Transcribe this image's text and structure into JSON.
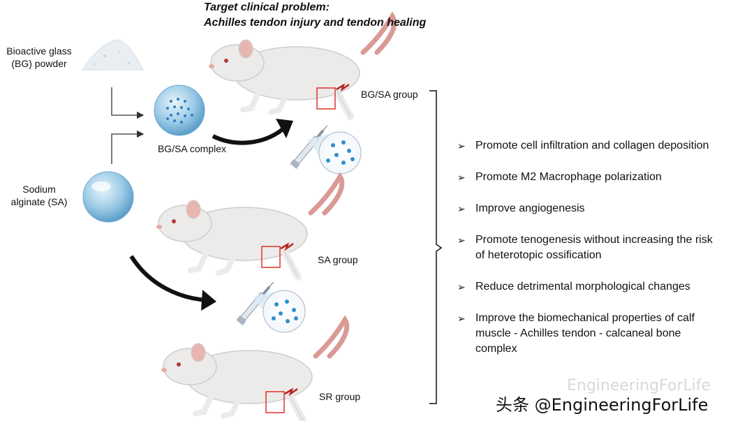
{
  "title": {
    "line1": "Target clinical problem:",
    "line2": "Achilles tendon injury and tendon healing"
  },
  "materials": {
    "bg_label_1": "Bioactive glass",
    "bg_label_2": "(BG) powder",
    "sa_label_1": "Sodium",
    "sa_label_2": "alginate (SA)",
    "complex_label": "BG/SA complex"
  },
  "groups": {
    "bgsa": "BG/SA group",
    "sa": "SA group",
    "sr": "SR group"
  },
  "outcomes": [
    {
      "lines": [
        "Promote cell infiltration and collagen deposition"
      ]
    },
    {
      "lines": [
        "Promote M2 Macrophage polarization"
      ]
    },
    {
      "lines": [
        "Improve angiogenesis"
      ]
    },
    {
      "lines": [
        "Promote tenogenesis without increasing the risk",
        "of heterotopic ossification"
      ]
    },
    {
      "lines": [
        "Reduce detrimental morphological changes"
      ]
    },
    {
      "lines": [
        "Improve the biomechanical properties of calf",
        "muscle - Achilles tendon - calcaneal bone",
        "complex"
      ]
    }
  ],
  "bullet_glyph": "➢",
  "watermark": {
    "faint": "EngineeringForLife",
    "main": "头条 @EngineeringForLife"
  },
  "colors": {
    "rat_body": "#ecebea",
    "rat_tail": "#d99a96",
    "injury_box": "#e0332b",
    "sphere": "#8fc3e2",
    "dots": "#2f8fcf",
    "arrow": "#111111"
  }
}
